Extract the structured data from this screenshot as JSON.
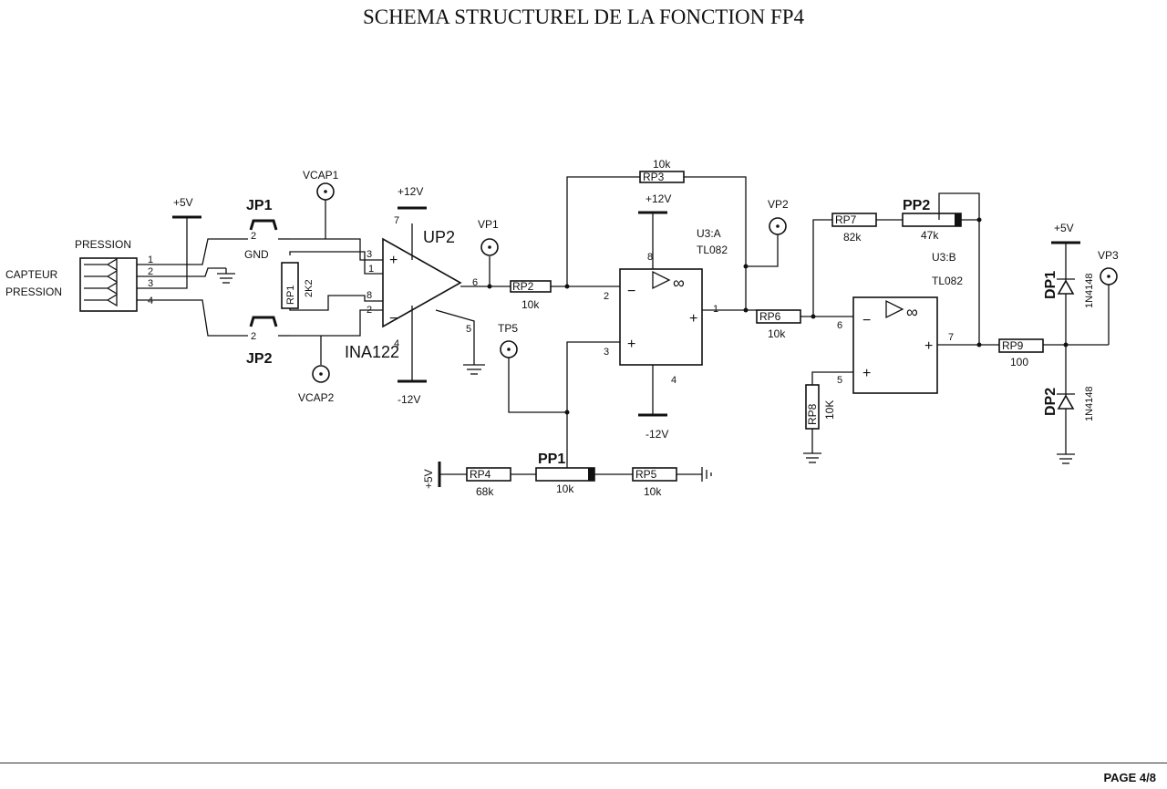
{
  "title": "SCHEMA STRUCTUREL DE LA FONCTION FP4",
  "page": "PAGE 4/8",
  "connector": {
    "label": "PRESSION",
    "sensor_line1": "CAPTEUR",
    "sensor_line2": "PRESSION",
    "pins": [
      "1",
      "2",
      "3",
      "4"
    ]
  },
  "rails": {
    "p5v": "+5V",
    "p12v": "+12V",
    "m12v": "-12V",
    "gnd": "GND"
  },
  "jumpers": {
    "jp1": "JP1",
    "jp2": "JP2",
    "pin2": "2"
  },
  "testpoints": {
    "vcap1": "VCAP1",
    "vcap2": "VCAP2",
    "vp1": "VP1",
    "vp2": "VP2",
    "vp3": "VP3",
    "tp5": "TP5"
  },
  "ina": {
    "ref": "UP2",
    "part": "INA122",
    "pins": {
      "p3": "3",
      "p1": "1",
      "p8": "8",
      "p2": "2",
      "p7": "7",
      "p4": "4",
      "p6": "6",
      "p5": "5"
    }
  },
  "u3a": {
    "ref": "U3:A",
    "part": "TL082",
    "pins": {
      "p2": "2",
      "p3": "3",
      "p8": "8",
      "p4": "4",
      "p1": "1"
    }
  },
  "u3b": {
    "ref": "U3:B",
    "part": "TL082",
    "pins": {
      "p6": "6",
      "p5": "5",
      "p7": "7"
    }
  },
  "resistors": {
    "rp1": {
      "ref": "RP1",
      "value": "2K2"
    },
    "rp2": {
      "ref": "RP2",
      "value": "10k"
    },
    "rp3": {
      "ref": "RP3",
      "value": "10k"
    },
    "rp4": {
      "ref": "RP4",
      "value": "68k"
    },
    "rp5": {
      "ref": "RP5",
      "value": "10k"
    },
    "rp6": {
      "ref": "RP6",
      "value": "10k"
    },
    "rp7": {
      "ref": "RP7",
      "value": "82k"
    },
    "rp8": {
      "ref": "RP8",
      "value": "10K"
    },
    "rp9": {
      "ref": "RP9",
      "value": "100"
    }
  },
  "pots": {
    "pp1": {
      "ref": "PP1",
      "value": "10k"
    },
    "pp2": {
      "ref": "PP2",
      "value": "47k"
    }
  },
  "diodes": {
    "dp1": {
      "ref": "DP1",
      "part": "1N4148"
    },
    "dp2": {
      "ref": "DP2",
      "part": "1N4148"
    }
  },
  "symbols": {
    "minus": "−",
    "plus": "+",
    "infinity": "∞"
  }
}
